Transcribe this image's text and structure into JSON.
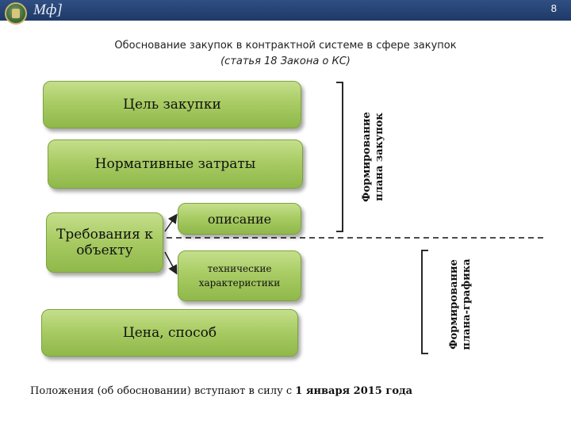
{
  "header": {
    "brand": "Мф]",
    "page_number": "8"
  },
  "title": {
    "line1": "Обоснование закупок в контрактной системе в сфере закупок",
    "line2": "(статья 18 Закона о КС)"
  },
  "boxes": {
    "goal": "Цель закупки",
    "norm_costs": "Нормативные затраты",
    "requirements": "Требования к объекту",
    "description": "описание",
    "tech_specs": "технические характеристики",
    "price_method": "Цена, способ"
  },
  "side_labels": {
    "plan_line1": "Формирование",
    "plan_line2": "плана закупок",
    "schedule_line1": "Формирование",
    "schedule_line2": "плана-графика"
  },
  "footer": {
    "text_before": "Положения (об обосновании) вступают в силу с ",
    "date": "1 января 2015 года"
  },
  "colors": {
    "header": "#1f3a68",
    "box_green": "#a9cc64"
  }
}
